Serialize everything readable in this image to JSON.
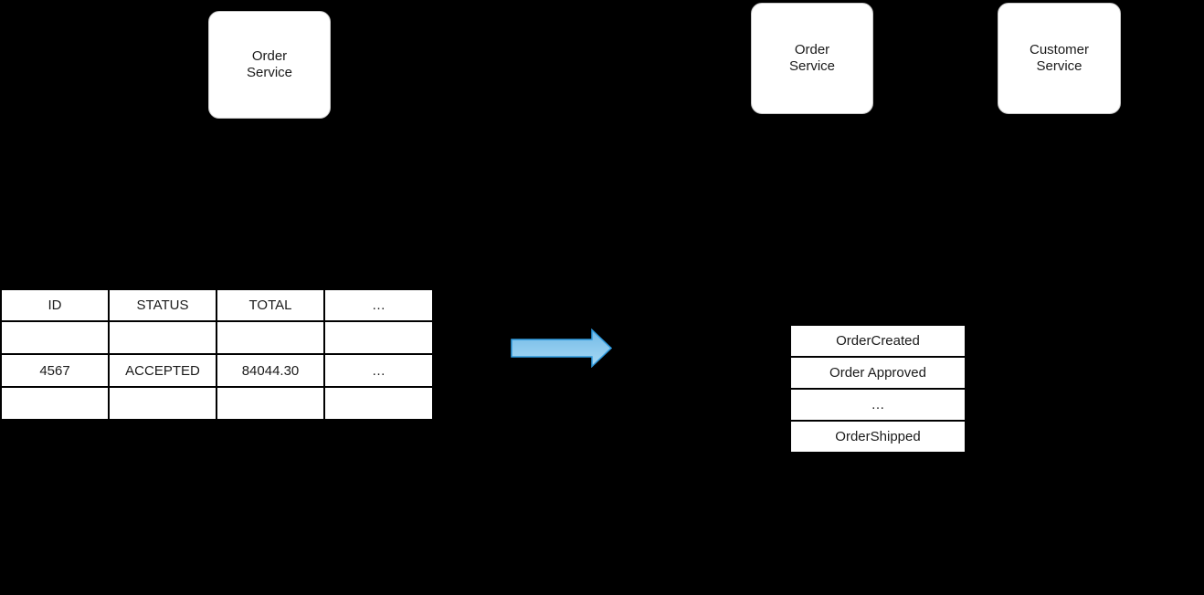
{
  "canvas": {
    "background": "#000000",
    "box_fill": "#ffffff",
    "text_color": "#1a1a1a"
  },
  "services": {
    "left_order": {
      "line1": "Order",
      "line2": "Service"
    },
    "right_order": {
      "line1": "Order",
      "line2": "Service"
    },
    "right_customer": {
      "line1": "Customer",
      "line2": "Service"
    }
  },
  "order_table": {
    "columns": [
      "ID",
      "STATUS",
      "TOTAL",
      "…"
    ],
    "rows": [
      [
        "",
        "",
        "",
        ""
      ],
      [
        "4567",
        "ACCEPTED",
        "84044.30",
        "…"
      ],
      [
        "",
        "",
        "",
        ""
      ]
    ]
  },
  "arrow": {
    "direction": "right",
    "fill_top": "#72b9e6",
    "fill_bottom": "#a8daf5",
    "stroke": "#2f9ade"
  },
  "event_list": {
    "items": [
      "OrderCreated",
      "Order Approved",
      "…",
      "OrderShipped"
    ]
  }
}
